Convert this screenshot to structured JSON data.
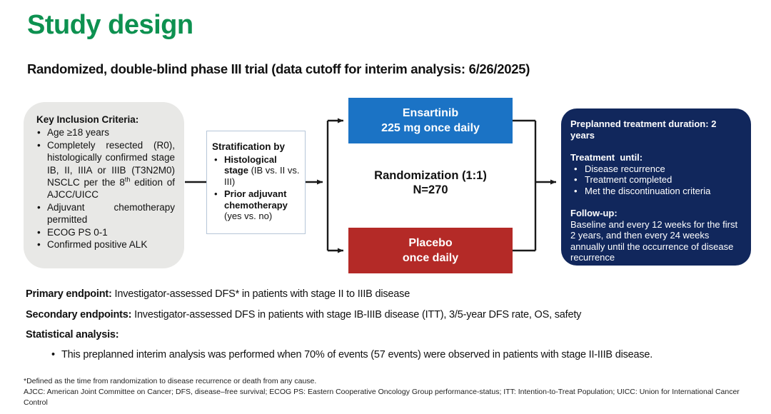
{
  "header": {
    "title": "Study design",
    "subtitle": "Randomized, double-blind phase III trial (data cutoff for interim analysis: 6/26/2025)"
  },
  "colors": {
    "title_green": "#0d9150",
    "ensartinib_blue": "#1b73c5",
    "placebo_red": "#b42a27",
    "treatment_navy": "#11275c",
    "inclusion_gray": "#e8e8e6"
  },
  "inclusion_box": {
    "title": "Key Inclusion Criteria:",
    "items": [
      {
        "pre": "Age ≥18 years",
        "sup": "",
        "post": ""
      },
      {
        "pre": "Completely resected (R0), histologically confirmed stage IB, II, IIIA or IIIB (T3N2M0) NSCLC per the 8",
        "sup": "th",
        "post": " edition of AJCC/UICC"
      },
      {
        "pre": "Adjuvant chemotherapy permitted",
        "sup": "",
        "post": ""
      },
      {
        "pre": "ECOG PS 0-1",
        "sup": "",
        "post": ""
      },
      {
        "pre": "Confirmed positive ALK",
        "sup": "",
        "post": ""
      }
    ]
  },
  "stratification_box": {
    "title": "Stratification by",
    "items": [
      {
        "bold": "Histological stage",
        "rest": " (IB vs. II vs. III)"
      },
      {
        "bold": "Prior adjuvant chemotherapy",
        "rest": " (yes vs. no)"
      }
    ]
  },
  "randomization": {
    "line1": "Randomization (1:1)",
    "line2": "N=270"
  },
  "arms": {
    "ensartinib": {
      "line1": "Ensartinib",
      "line2": "225 mg once daily"
    },
    "placebo": {
      "line1": "Placebo",
      "line2": "once daily"
    }
  },
  "treatment_box": {
    "duration": "Preplanned treatment duration: 2 years",
    "until_title": "Treatment  until:",
    "until_items": [
      "Disease recurrence",
      "Treatment completed",
      "Met the discontinuation criteria"
    ],
    "followup_title": "Follow-up:",
    "followup_text": "Baseline and every 12 weeks for the first 2 years, and then every 24 weeks annually until the occurrence of disease recurrence"
  },
  "endpoints": {
    "primary_label": "Primary endpoint:",
    "primary_text": " Investigator-assessed DFS* in patients with stage II to IIIB disease",
    "secondary_label": "Secondary endpoints:",
    "secondary_text": " Investigator-assessed DFS in patients with stage IB-IIIB disease (ITT), 3/5-year DFS rate, OS, safety",
    "statistical_label": "Statistical analysis:",
    "statistical_bullet": "This preplanned interim analysis was performed when 70% of events (57 events) were observed in patients with stage II-IIIB disease."
  },
  "footnotes": {
    "line1": "*Defined as the time from randomization to disease recurrence or death from any cause.",
    "line2": "AJCC: American Joint Committee on Cancer; DFS, disease–free survival; ECOG PS: Eastern Cooperative Oncology Group performance-status; ITT: Intention-to-Treat Population; UICC: Union for International Cancer Control"
  }
}
